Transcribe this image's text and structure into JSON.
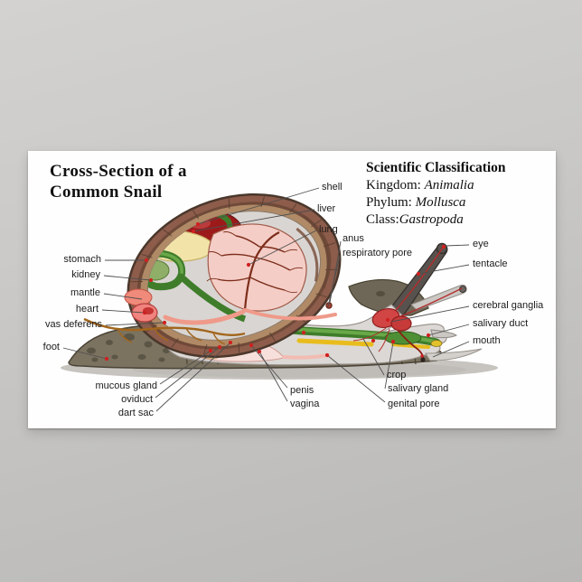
{
  "poster": {
    "title_line1": "Cross-Section of a",
    "title_line2": "Common Snail",
    "classification": {
      "heading": "Scientific Classification",
      "kingdom_label": "Kingdom:",
      "kingdom_value": "Animalia",
      "phylum_label": "Phylum:",
      "phylum_value": "Mollusca",
      "class_label": "Class:",
      "class_value": "Gastropoda"
    },
    "labels": {
      "shell": "shell",
      "liver": "liver",
      "lung": "lung",
      "anus": "anus",
      "respiratory_pore": "respiratory pore",
      "eye": "eye",
      "tentacle": "tentacle",
      "cerebral_ganglia": "cerebral ganglia",
      "salivary_duct": "salivary duct",
      "mouth": "mouth",
      "stomach": "stomach",
      "kidney": "kidney",
      "mantle": "mantle",
      "heart": "heart",
      "vas_deferens": "vas deferens",
      "foot": "foot",
      "mucous_gland": "mucous gland",
      "oviduct": "oviduct",
      "dart_sac": "dart sac",
      "penis": "penis",
      "vagina": "vagina",
      "crop": "crop",
      "salivary_gland": "salivary gland",
      "genital_pore": "genital pore"
    },
    "palette": {
      "wall_gray": "#c8c7c5",
      "poster_white": "#fefefe",
      "shell_brown": "#8d5c4b",
      "shell_dark_brown": "#6f4a39",
      "shell_tan": "#b08a66",
      "foot_olive": "#7b7260",
      "body_gray": "#dcd8d5",
      "intestine_green": "#3f7d2b",
      "crop_yellow": "#e8bc1c",
      "lung_pink": "#f4cdc6",
      "liver_dark_red": "#9c1a1a",
      "stomach_cream": "#f2e4a9",
      "nerve_red": "#b32c2c",
      "ganglia_red": "#d24545",
      "marker_red": "#cf2020",
      "leader_line_gray": "#4f4f4f"
    }
  }
}
